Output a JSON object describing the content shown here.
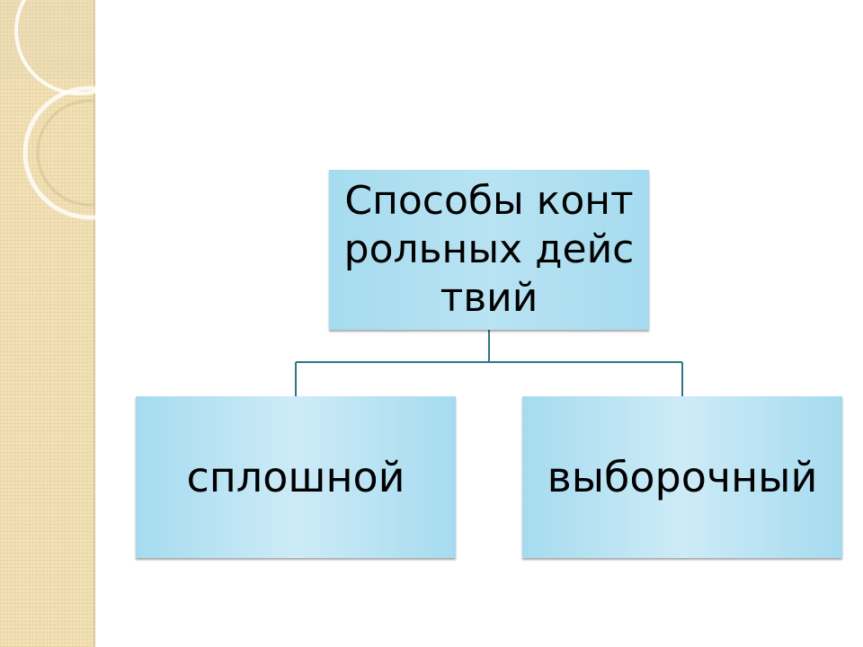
{
  "diagram": {
    "root": {
      "label": "Способы контрольных действий"
    },
    "children": [
      {
        "label": "сплошной"
      },
      {
        "label": "выборочный"
      }
    ]
  },
  "colors": {
    "node_fill": "#a6dbef",
    "connector": "#2f7686",
    "strip": "#f3e2b8"
  }
}
